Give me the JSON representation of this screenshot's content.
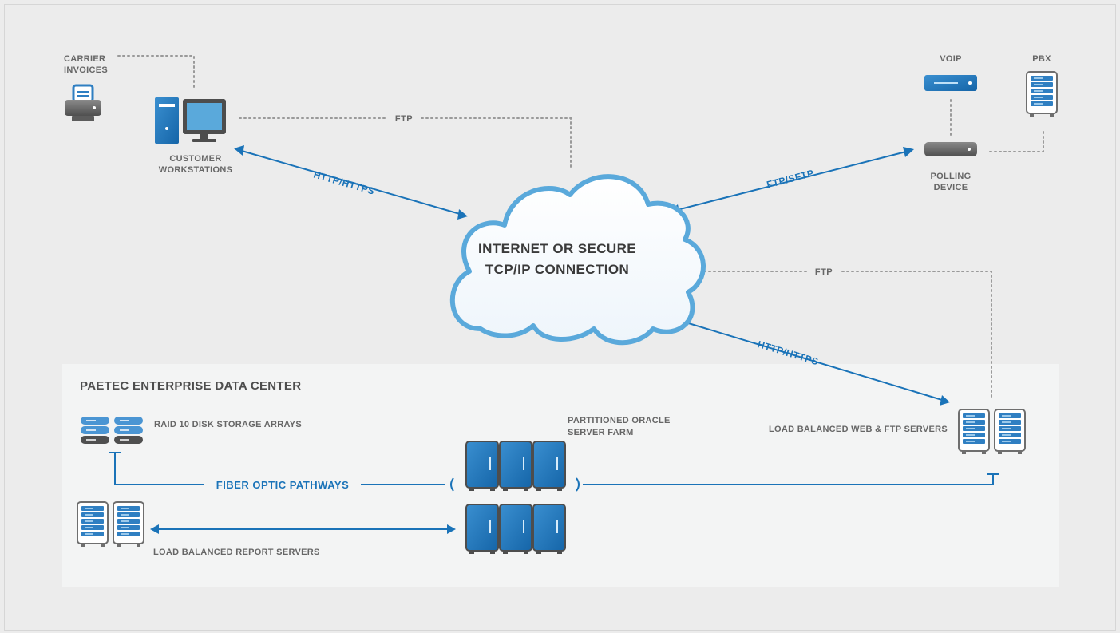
{
  "labels": {
    "carrier_invoices": [
      "CARRIER",
      "INVOICES"
    ],
    "customer_workstations": [
      "CUSTOMER",
      "WORKSTATIONS"
    ],
    "voip": "VOIP",
    "pbx": "PBX",
    "polling_device": [
      "POLLING",
      "DEVICE"
    ],
    "cloud": [
      "INTERNET OR SECURE",
      "TCP/IP CONNECTION"
    ],
    "ftp_top": "FTP",
    "ftp_right": "FTP",
    "http_left": "HTTP/HTTPS",
    "ftp_sftp": "FTP/SFTP",
    "http_lower": "HTTP/HTTPS",
    "data_center": "PAETEC ENTERPRISE DATA CENTER",
    "raid": "RAID 10 DISK STORAGE ARRAYS",
    "oracle": [
      "PARTITIONED ORACLE",
      "SERVER FARM"
    ],
    "web_ftp": "LOAD BALANCED WEB & FTP SERVERS",
    "fiber": "FIBER OPTIC PATHWAYS",
    "report": "LOAD BALANCED REPORT SERVERS"
  },
  "colors": {
    "background": "#ececec",
    "panel": "#f3f4f4",
    "accent_blue": "#1a73b8",
    "cloud_blue": "#5aa9db",
    "gray": "#666666"
  }
}
